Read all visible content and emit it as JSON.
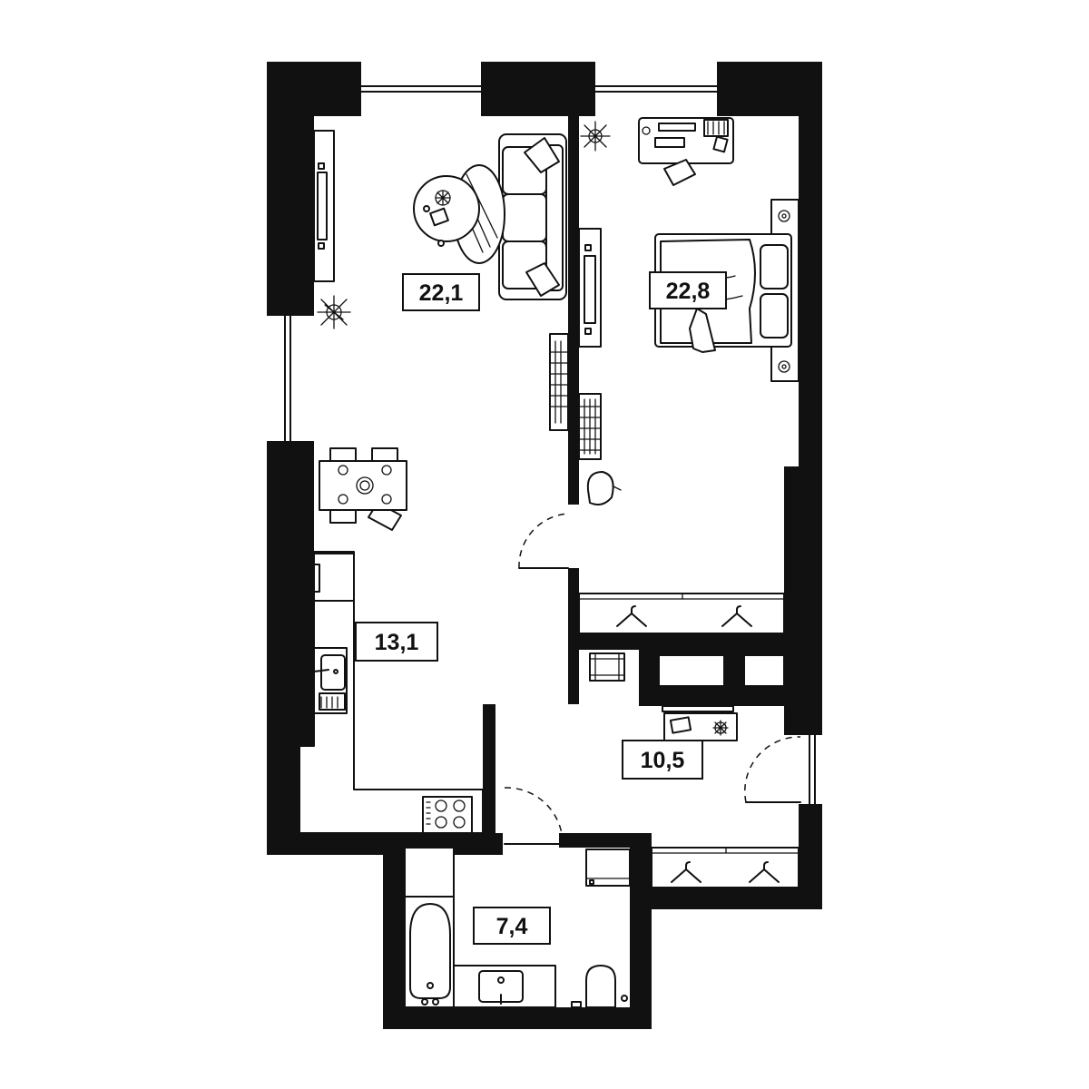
{
  "rooms": [
    {
      "id": "living-room",
      "area": "22,1"
    },
    {
      "id": "bedroom",
      "area": "22,8"
    },
    {
      "id": "kitchen",
      "area": "13,1"
    },
    {
      "id": "hallway",
      "area": "10,5"
    },
    {
      "id": "bathroom",
      "area": "7,4"
    }
  ],
  "icons": {
    "plant": "plant-icon",
    "hanger": "hanger-icon",
    "stove": "stove-icon",
    "sink": "sink-icon",
    "bathtub": "bathtub-icon",
    "toilet": "toilet-icon",
    "bed": "bed-icon",
    "sofa": "sofa-icon"
  },
  "colors": {
    "wall": "#111111",
    "floor": "#ffffff"
  }
}
